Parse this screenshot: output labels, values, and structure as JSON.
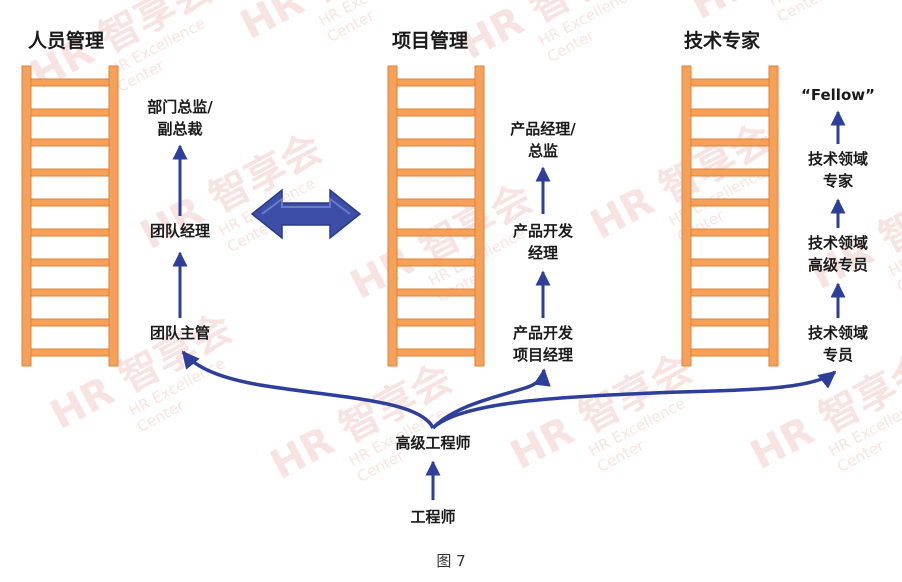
{
  "colors": {
    "ladder": "#f5a15a",
    "ladder_shade": "#e0823a",
    "arrow": "#2e3f9b",
    "double_arrow": "#3c4ea8",
    "text": "#1a1a1a",
    "watermark": "#e9b2ad"
  },
  "watermark": {
    "logo": "HR 智享会",
    "text_line1": "HR Excellence",
    "text_line2": "Center"
  },
  "tracks": [
    {
      "title": "人员管理",
      "nodes": [
        [
          "团队主管"
        ],
        [
          "团队经理"
        ],
        [
          "部门总监/",
          "副总裁"
        ]
      ]
    },
    {
      "title": "项目管理",
      "nodes": [
        [
          "产品开发",
          "项目经理"
        ],
        [
          "产品开发",
          "经理"
        ],
        [
          "产品经理/",
          "总监"
        ]
      ]
    },
    {
      "title": "技术专家",
      "nodes": [
        [
          "技术领域",
          "专员"
        ],
        [
          "技术领域",
          "高级专员"
        ],
        [
          "技术领域",
          "专家"
        ],
        [
          "“Fellow”"
        ]
      ]
    }
  ],
  "base": {
    "senior": "高级工程师",
    "entry": "工程师"
  },
  "caption": "图 7",
  "icons": {
    "double_arrow": "bidirectional-arrow-icon",
    "ladder": "ladder-icon"
  }
}
